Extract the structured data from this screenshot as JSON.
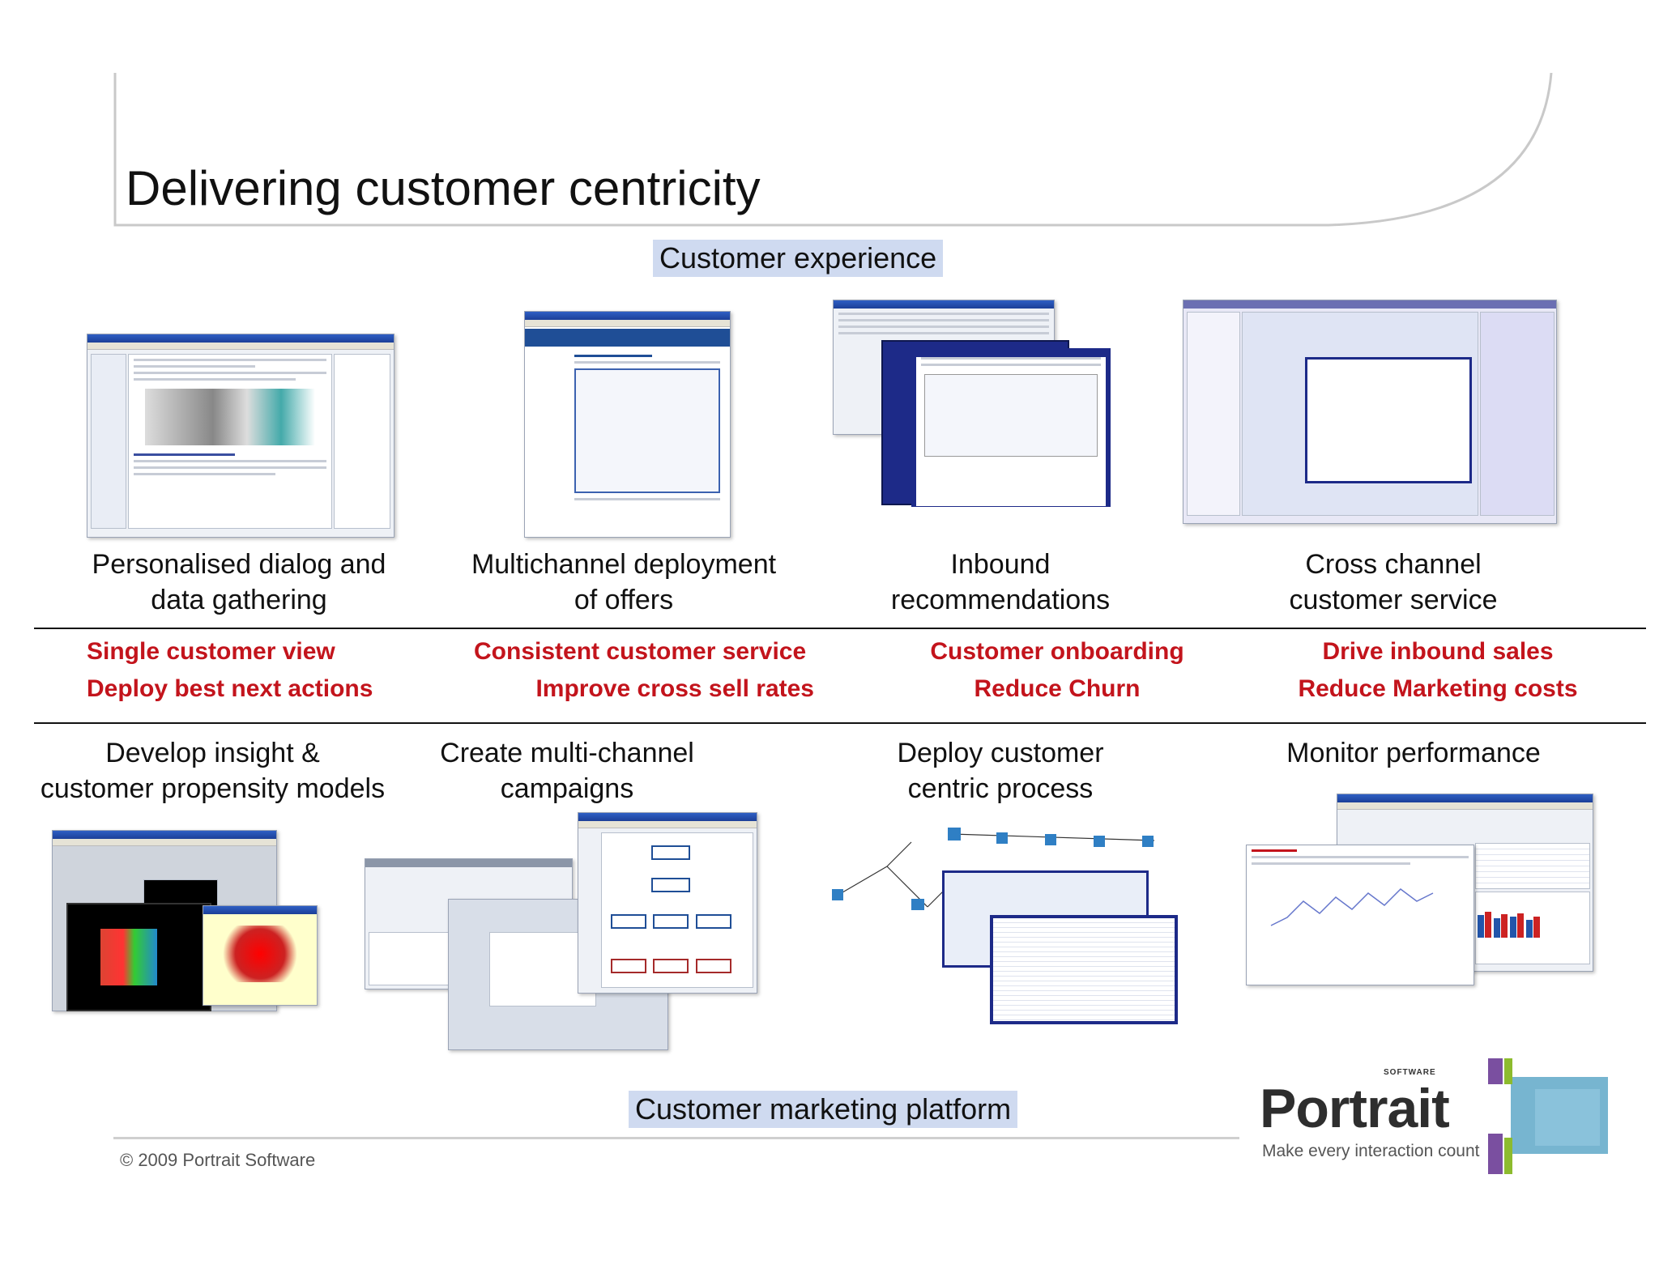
{
  "slide": {
    "title": "Delivering customer centricity",
    "copyright": "© 2009 Portrait Software"
  },
  "bands": {
    "customer_experience": "Customer experience",
    "customer_marketing_platform": "Customer marketing platform"
  },
  "experience_captions": [
    {
      "line1": "Personalised dialog and",
      "line2": "data gathering"
    },
    {
      "line1": "Multichannel deployment",
      "line2": "of offers"
    },
    {
      "line1": "Inbound",
      "line2": "recommendations"
    },
    {
      "line1": "Cross channel",
      "line2": "customer service"
    }
  ],
  "benefits": [
    {
      "line1": "Single customer view",
      "line2": "Deploy best next actions"
    },
    {
      "line1": "Consistent customer service",
      "line2": "Improve cross sell rates"
    },
    {
      "line1": "Customer onboarding",
      "line2": "Reduce Churn"
    },
    {
      "line1": "Drive inbound sales",
      "line2": "Reduce Marketing costs"
    }
  ],
  "platform_captions": [
    {
      "line1": "Develop insight &",
      "line2": "customer propensity models"
    },
    {
      "line1": "Create multi-channel",
      "line2": "campaigns"
    },
    {
      "line1": "Deploy customer",
      "line2": "centric process"
    },
    {
      "line1": "Monitor performance",
      "line2": ""
    }
  ],
  "logo": {
    "word": "Portrait",
    "software": "SOFTWARE",
    "tagline": "Make every interaction count"
  },
  "colors": {
    "benefit_text": "#c3141c",
    "band_highlight": "#cfdaf0",
    "window_title": "#2f5fc4",
    "navy_dialog": "#1d2a88"
  }
}
